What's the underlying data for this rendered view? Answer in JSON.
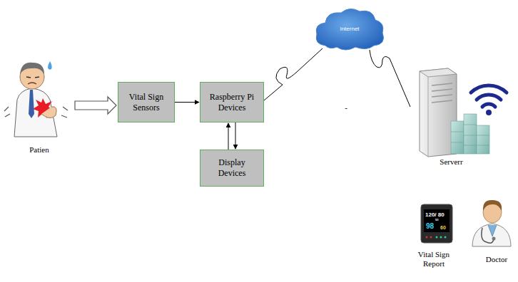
{
  "diagram": {
    "nodes": [
      {
        "text": [
          "Patien"
        ]
      },
      {
        "text": [
          "Vital Sign Sensors"
        ]
      },
      {
        "text": [
          "Raspberry Pi Devices"
        ]
      },
      {
        "text": [
          "Display Devices"
        ]
      },
      {
        "text": [
          "Internet"
        ]
      },
      {
        "text": [
          "Serverr"
        ]
      }
    ],
    "edges": [
      {
        "from": 0,
        "to": 1,
        "arrow": "to"
      },
      {
        "from": 1,
        "to": 2,
        "arrow": "to"
      },
      {
        "from": 2,
        "to": 3,
        "arrow": "both"
      },
      {
        "from": 2,
        "to": 4,
        "arrow": "none"
      },
      {
        "from": 4,
        "to": 5,
        "arrow": "none"
      }
    ],
    "labels": [
      "-",
      "Vital Sign Report",
      "Doctor",
      "120/ 80",
      "93",
      "98",
      "60"
    ]
  }
}
